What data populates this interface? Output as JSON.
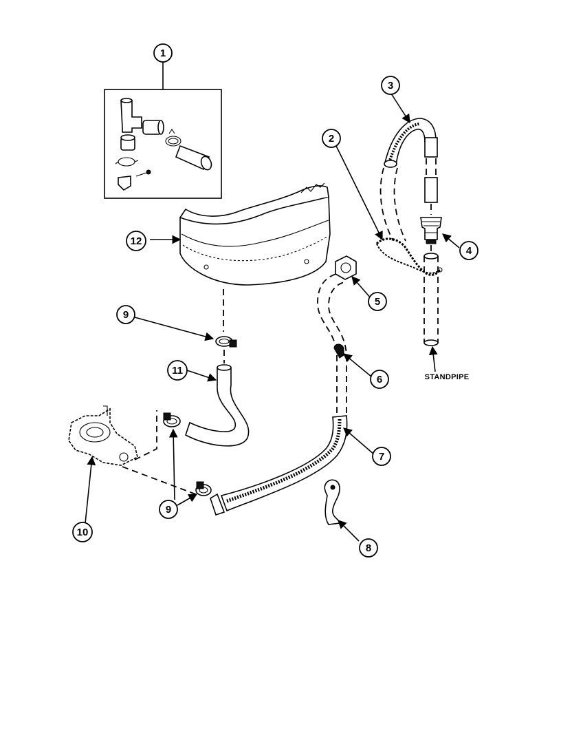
{
  "diagram": {
    "callouts": [
      {
        "id": "1",
        "label": "1"
      },
      {
        "id": "2",
        "label": "2"
      },
      {
        "id": "3",
        "label": "3"
      },
      {
        "id": "4",
        "label": "4"
      },
      {
        "id": "5",
        "label": "5"
      },
      {
        "id": "6",
        "label": "6"
      },
      {
        "id": "7",
        "label": "7"
      },
      {
        "id": "8",
        "label": "8"
      },
      {
        "id": "9a",
        "label": "9"
      },
      {
        "id": "9b",
        "label": "9"
      },
      {
        "id": "10",
        "label": "10"
      },
      {
        "id": "11",
        "label": "11"
      },
      {
        "id": "12",
        "label": "12"
      }
    ],
    "standpipe_label": "STANDPIPE"
  }
}
